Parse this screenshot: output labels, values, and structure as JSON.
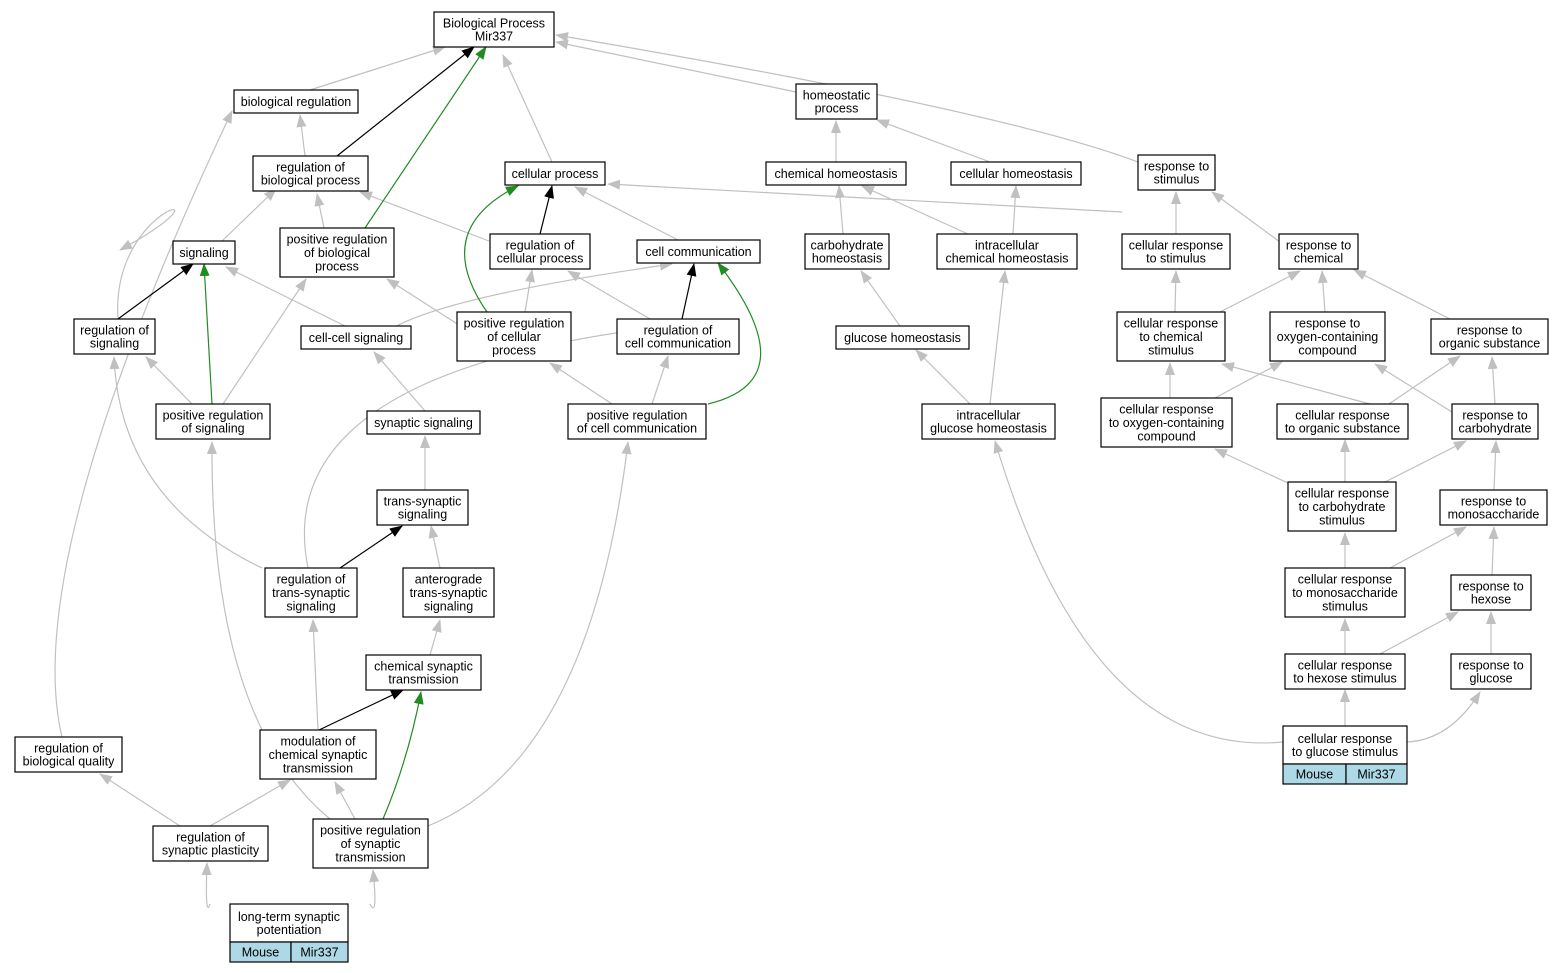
{
  "colors": {
    "gray": "#c0c0c0",
    "black": "#000000",
    "green": "#228b22",
    "tag": "#add8e6"
  },
  "nodes": {
    "bp": [
      "Biological Process",
      "Mir337"
    ],
    "bioreg": [
      "biological regulation"
    ],
    "regbp": [
      "regulation of",
      "biological process"
    ],
    "signaling": [
      "signaling"
    ],
    "posregbp": [
      "positive regulation",
      "of biological",
      "process"
    ],
    "regsig": [
      "regulation of",
      "signaling"
    ],
    "posregsig": [
      "positive regulation",
      "of signaling"
    ],
    "ccsig": [
      "cell-cell signaling"
    ],
    "synsig": [
      "synaptic signaling"
    ],
    "tsig": [
      "trans-synaptic",
      "signaling"
    ],
    "regtsig": [
      "regulation of",
      "trans-synaptic",
      "signaling"
    ],
    "antero": [
      "anterograde",
      "trans-synaptic",
      "signaling"
    ],
    "chemsyn": [
      "chemical synaptic",
      "transmission"
    ],
    "modchem": [
      "modulation of",
      "chemical synaptic",
      "transmission"
    ],
    "regbq": [
      "regulation of",
      "biological quality"
    ],
    "regplast": [
      "regulation of",
      "synaptic plasticity"
    ],
    "posregsyn": [
      "positive regulation",
      "of synaptic",
      "transmission"
    ],
    "ltp": [
      "long-term synaptic",
      "potentiation"
    ],
    "cellproc": [
      "cellular process"
    ],
    "regcellproc": [
      "regulation of",
      "cellular process"
    ],
    "cellcomm": [
      "cell communication"
    ],
    "posregcellproc": [
      "positive regulation",
      "of cellular",
      "process"
    ],
    "regcellcomm": [
      "regulation of",
      "cell communication"
    ],
    "posregcellcomm": [
      "positive regulation",
      "of cell communication"
    ],
    "homeo": [
      "homeostatic",
      "process"
    ],
    "chemhomeo": [
      "chemical homeostasis"
    ],
    "cellhomeo": [
      "cellular homeostasis"
    ],
    "carbhomeo": [
      "carbohydrate",
      "homeostasis"
    ],
    "intrachem": [
      "intracellular",
      "chemical homeostasis"
    ],
    "gluchomeo": [
      "glucose homeostasis"
    ],
    "intragluc": [
      "intracellular",
      "glucose homeostasis"
    ],
    "respstim": [
      "response to",
      "stimulus"
    ],
    "cellrespstim": [
      "cellular response",
      "to stimulus"
    ],
    "respchem": [
      "response to",
      "chemical"
    ],
    "cellrespchem": [
      "cellular response",
      "to chemical",
      "stimulus"
    ],
    "respoxy": [
      "response to",
      "oxygen-containing",
      "compound"
    ],
    "resporg": [
      "response to",
      "organic substance"
    ],
    "cellrespoxy": [
      "cellular response",
      "to oxygen-containing",
      "compound"
    ],
    "cellresporg": [
      "cellular response",
      "to organic substance"
    ],
    "respcarb": [
      "response to",
      "carbohydrate"
    ],
    "cellrespcarb": [
      "cellular response",
      "to carbohydrate",
      "stimulus"
    ],
    "respmono": [
      "response to",
      "monosaccharide"
    ],
    "cellrespmono": [
      "cellular response",
      "to monosaccharide",
      "stimulus"
    ],
    "resphex": [
      "response to",
      "hexose"
    ],
    "cellresphex": [
      "cellular response",
      "to hexose stimulus"
    ],
    "respgluc": [
      "response to",
      "glucose"
    ],
    "cellrespgluc": [
      "cellular response",
      "to glucose stimulus"
    ]
  },
  "tags": {
    "ltp": [
      "Mouse",
      "Mir337"
    ],
    "cellrespgluc": [
      "Mouse",
      "Mir337"
    ]
  }
}
